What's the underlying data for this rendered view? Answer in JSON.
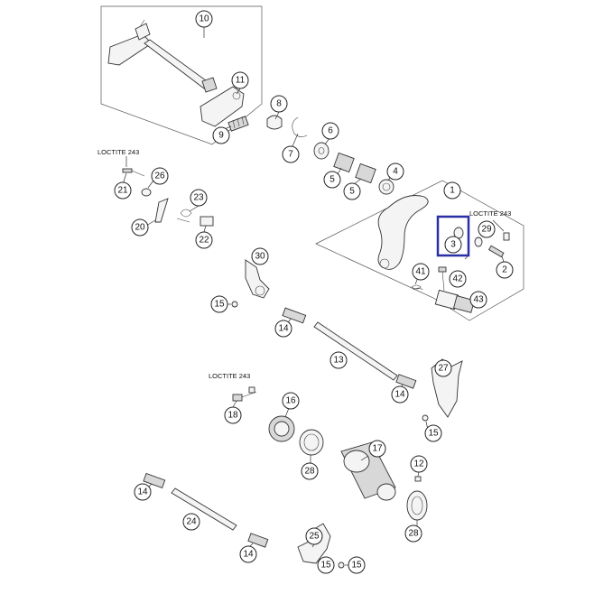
{
  "callouts": {
    "c10": "10",
    "c11": "11",
    "c9": "9",
    "c8": "8",
    "c7": "7",
    "c6": "6",
    "c5a": "5",
    "c5b": "5",
    "c4": "4",
    "c1": "1",
    "c3": "3",
    "c29": "29",
    "c2": "2",
    "c41": "41",
    "c42": "42",
    "c43": "43",
    "c21": "21",
    "c26": "26",
    "c23": "23",
    "c20": "20",
    "c22": "22",
    "c30": "30",
    "c15a": "15",
    "c14a": "14",
    "c13": "13",
    "c27": "27",
    "c14b": "14",
    "c15b": "15",
    "c16": "16",
    "c18": "18",
    "c17": "17",
    "c28a": "28",
    "c12": "12",
    "c14c": "14",
    "c24": "24",
    "c28b": "28",
    "c14d": "14",
    "c25": "25",
    "c15c": "15",
    "c15d": "15"
  },
  "notes": {
    "loctite_left": "LOCTITE 243",
    "loctite_right": "LOCTITE 243",
    "loctite_mid": "LOCTITE 243"
  },
  "highlight_color": "#2b2fa6"
}
